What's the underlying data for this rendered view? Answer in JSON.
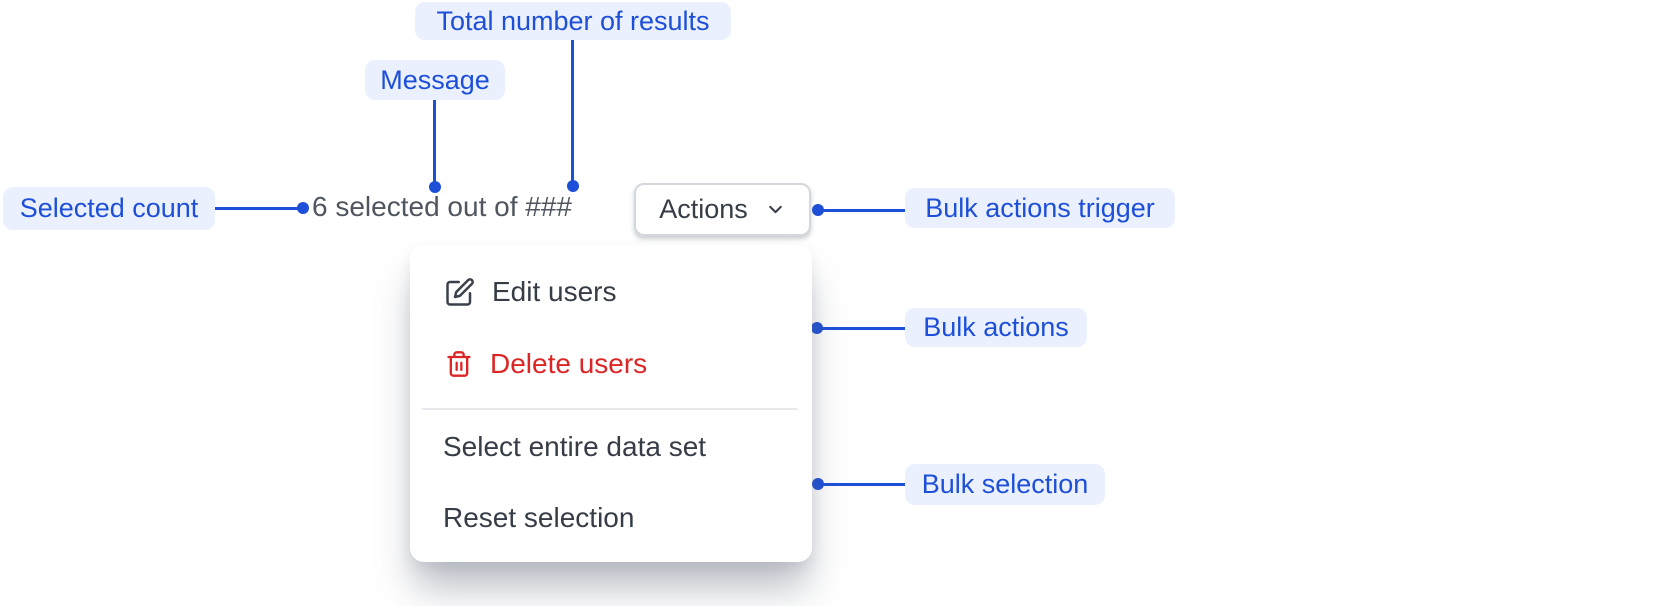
{
  "annotations": {
    "total_results": "Total number of results",
    "message": "Message",
    "selected_count": "Selected count",
    "bulk_actions_trigger": "Bulk actions trigger",
    "bulk_actions": "Bulk actions",
    "bulk_selection": "Bulk selection"
  },
  "toolbar": {
    "selection_message": "6 selected out of ###",
    "actions_button_label": "Actions",
    "actions_button_icon": "chevron-down-icon"
  },
  "menu": {
    "items": [
      {
        "label": "Edit users",
        "icon": "edit-icon",
        "variant": "default"
      },
      {
        "label": "Delete users",
        "icon": "trash-icon",
        "variant": "danger"
      },
      {
        "label": "Select entire data set",
        "icon": null,
        "variant": "default"
      },
      {
        "label": "Reset selection",
        "icon": null,
        "variant": "default"
      }
    ]
  },
  "colors": {
    "accent_blue": "#1d4fd8",
    "label_bg": "#eaf0fe",
    "muted_text": "#4f565f",
    "dark_text": "#363d47",
    "danger_red": "#dc2626",
    "button_border": "#d4d8dd",
    "divider": "#e7e9ec"
  }
}
